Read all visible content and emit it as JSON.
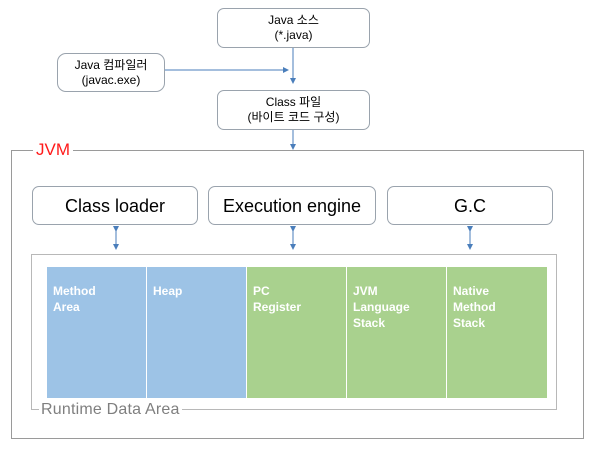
{
  "source_box": {
    "line1": "Java 소스",
    "line2": "(*.java)"
  },
  "compiler_box": {
    "line1": "Java 컴파일러",
    "line2": "(javac.exe)"
  },
  "class_box": {
    "line1": "Class 파일",
    "line2": "(바이트 코드 구성)"
  },
  "jvm": {
    "label": "JVM",
    "components": [
      "Class loader",
      "Execution engine",
      "G.C"
    ]
  },
  "runtime": {
    "label": "Runtime Data Area",
    "areas": [
      {
        "lines": [
          "Method",
          "Area"
        ],
        "color": "#9dc3e6"
      },
      {
        "lines": [
          "Heap"
        ],
        "color": "#9dc3e6"
      },
      {
        "lines": [
          "PC",
          "Register"
        ],
        "color": "#a9d18e"
      },
      {
        "lines": [
          "JVM",
          "Language",
          "Stack"
        ],
        "color": "#a9d18e"
      },
      {
        "lines": [
          "Native",
          "Method",
          "Stack"
        ],
        "color": "#a9d18e"
      }
    ]
  },
  "colors": {
    "arrow": "#4a7ebb",
    "jvm_label": "#ff1a1a",
    "runtime_label": "#7f7f7f"
  }
}
